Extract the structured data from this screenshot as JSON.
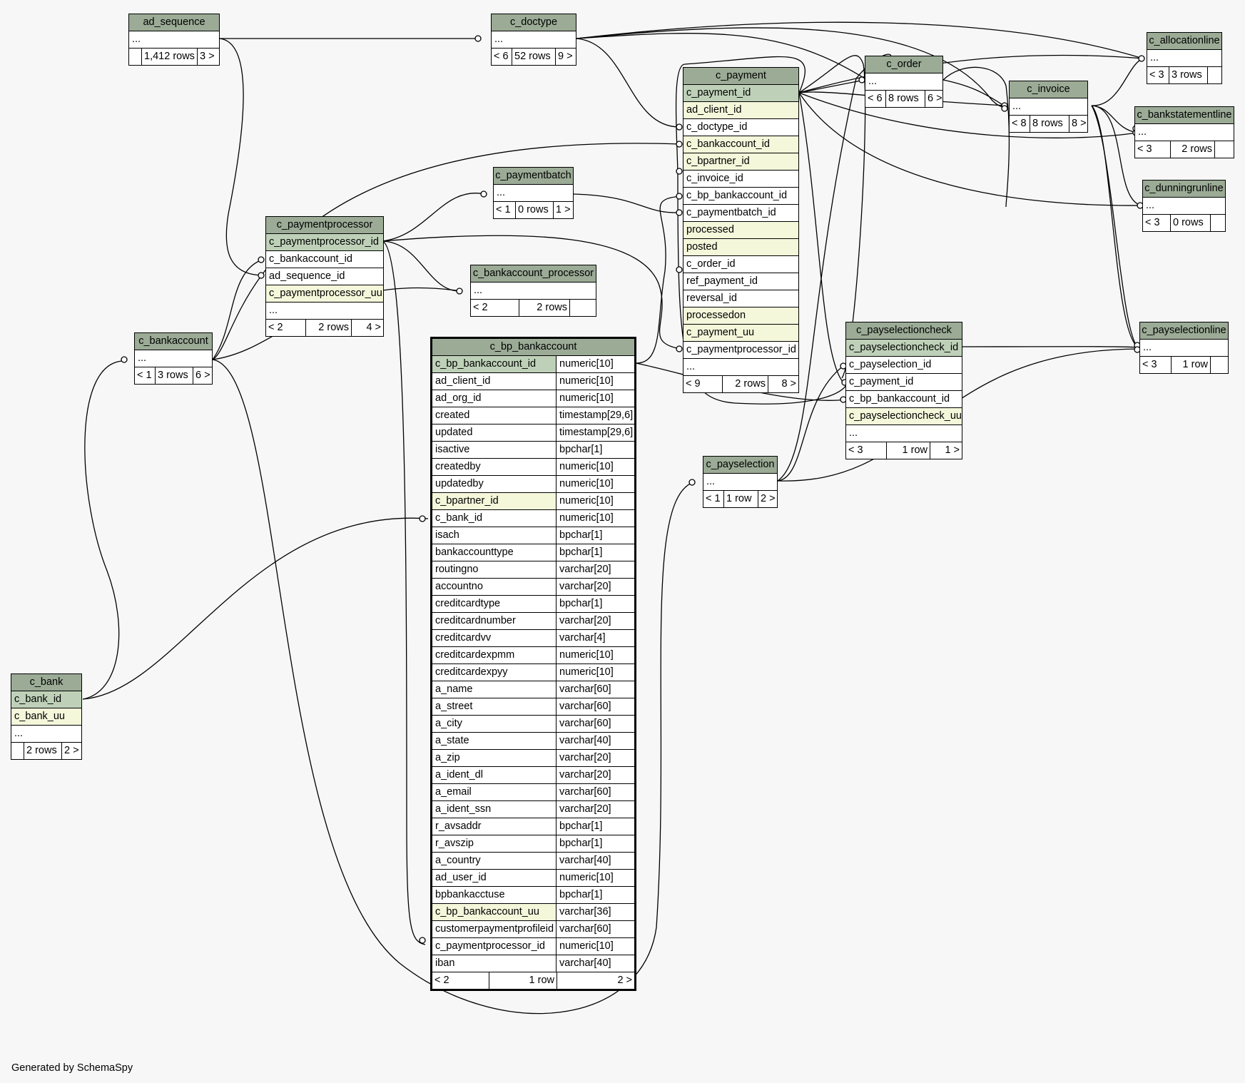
{
  "footer": "Generated by SchemaSpy",
  "tables": {
    "ad_sequence": {
      "name": "ad_sequence",
      "rows": [
        "..."
      ],
      "footer": [
        "",
        "1,412 rows",
        "3 >"
      ]
    },
    "c_doctype": {
      "name": "c_doctype",
      "rows": [
        "..."
      ],
      "footer": [
        "< 6",
        "52 rows",
        "9 >"
      ]
    },
    "c_payment": {
      "name": "c_payment",
      "rows": [
        "c_payment_id",
        "ad_client_id",
        "c_doctype_id",
        "c_bankaccount_id",
        "c_bpartner_id",
        "c_invoice_id",
        "c_bp_bankaccount_id",
        "c_paymentbatch_id",
        "processed",
        "posted",
        "c_order_id",
        "ref_payment_id",
        "reversal_id",
        "processedon",
        "c_payment_uu",
        "c_paymentprocessor_id",
        "..."
      ],
      "footer": [
        "< 9",
        "2 rows",
        "8 >"
      ]
    },
    "c_order": {
      "name": "c_order",
      "rows": [
        "..."
      ],
      "footer": [
        "< 6",
        "8 rows",
        "6 >"
      ]
    },
    "c_invoice": {
      "name": "c_invoice",
      "rows": [
        "..."
      ],
      "footer": [
        "< 8",
        "8 rows",
        "8 >"
      ]
    },
    "c_allocationline": {
      "name": "c_allocationline",
      "rows": [
        "..."
      ],
      "footer": [
        "< 3",
        "3 rows",
        ""
      ]
    },
    "c_bankstatementline": {
      "name": "c_bankstatementline",
      "rows": [
        "..."
      ],
      "footer": [
        "< 3",
        "2 rows",
        ""
      ]
    },
    "c_dunningrunline": {
      "name": "c_dunningrunline",
      "rows": [
        "..."
      ],
      "footer": [
        "< 3",
        "0 rows",
        ""
      ]
    },
    "c_paymentbatch": {
      "name": "c_paymentbatch",
      "rows": [
        "..."
      ],
      "footer": [
        "< 1",
        "0 rows",
        "1 >"
      ]
    },
    "c_paymentprocessor": {
      "name": "c_paymentprocessor",
      "rows": [
        "c_paymentprocessor_id",
        "c_bankaccount_id",
        "ad_sequence_id",
        "c_paymentprocessor_uu",
        "..."
      ],
      "footer": [
        "< 2",
        "2 rows",
        "4 >"
      ]
    },
    "c_bankaccount_processor": {
      "name": "c_bankaccount_processor",
      "rows": [
        "..."
      ],
      "footer": [
        "< 2",
        "2 rows",
        ""
      ]
    },
    "c_bankaccount": {
      "name": "c_bankaccount",
      "rows": [
        "..."
      ],
      "footer": [
        "< 1",
        "3 rows",
        "6 >"
      ]
    },
    "c_payselectioncheck": {
      "name": "c_payselectioncheck",
      "rows": [
        "c_payselectioncheck_id",
        "c_payselection_id",
        "c_payment_id",
        "c_bp_bankaccount_id",
        "c_payselectioncheck_uu",
        "..."
      ],
      "footer": [
        "< 3",
        "1 row",
        "1 >"
      ]
    },
    "c_payselectionline": {
      "name": "c_payselectionline",
      "rows": [
        "..."
      ],
      "footer": [
        "< 3",
        "1 row",
        ""
      ]
    },
    "c_payselection": {
      "name": "c_payselection",
      "rows": [
        "..."
      ],
      "footer": [
        "< 1",
        "1 row",
        "2 >"
      ]
    },
    "c_bank": {
      "name": "c_bank",
      "rows": [
        "c_bank_id",
        "c_bank_uu",
        "..."
      ],
      "footer": [
        "",
        "2 rows",
        "2 >"
      ]
    },
    "c_bp_bankaccount": {
      "name": "c_bp_bankaccount",
      "columns": [
        [
          "c_bp_bankaccount_id",
          "numeric[10]"
        ],
        [
          "ad_client_id",
          "numeric[10]"
        ],
        [
          "ad_org_id",
          "numeric[10]"
        ],
        [
          "created",
          "timestamp[29,6]"
        ],
        [
          "updated",
          "timestamp[29,6]"
        ],
        [
          "isactive",
          "bpchar[1]"
        ],
        [
          "createdby",
          "numeric[10]"
        ],
        [
          "updatedby",
          "numeric[10]"
        ],
        [
          "c_bpartner_id",
          "numeric[10]"
        ],
        [
          "c_bank_id",
          "numeric[10]"
        ],
        [
          "isach",
          "bpchar[1]"
        ],
        [
          "bankaccounttype",
          "bpchar[1]"
        ],
        [
          "routingno",
          "varchar[20]"
        ],
        [
          "accountno",
          "varchar[20]"
        ],
        [
          "creditcardtype",
          "bpchar[1]"
        ],
        [
          "creditcardnumber",
          "varchar[20]"
        ],
        [
          "creditcardvv",
          "varchar[4]"
        ],
        [
          "creditcardexpmm",
          "numeric[10]"
        ],
        [
          "creditcardexpyy",
          "numeric[10]"
        ],
        [
          "a_name",
          "varchar[60]"
        ],
        [
          "a_street",
          "varchar[60]"
        ],
        [
          "a_city",
          "varchar[60]"
        ],
        [
          "a_state",
          "varchar[40]"
        ],
        [
          "a_zip",
          "varchar[20]"
        ],
        [
          "a_ident_dl",
          "varchar[20]"
        ],
        [
          "a_email",
          "varchar[60]"
        ],
        [
          "a_ident_ssn",
          "varchar[20]"
        ],
        [
          "r_avsaddr",
          "bpchar[1]"
        ],
        [
          "r_avszip",
          "bpchar[1]"
        ],
        [
          "a_country",
          "varchar[40]"
        ],
        [
          "ad_user_id",
          "numeric[10]"
        ],
        [
          "bpbankacctuse",
          "bpchar[1]"
        ],
        [
          "c_bp_bankaccount_uu",
          "varchar[36]"
        ],
        [
          "customerpaymentprofileid",
          "varchar[60]"
        ],
        [
          "c_paymentprocessor_id",
          "numeric[10]"
        ],
        [
          "iban",
          "varchar[40]"
        ]
      ],
      "footer": [
        "< 2",
        "1 row",
        "2 >"
      ]
    }
  }
}
